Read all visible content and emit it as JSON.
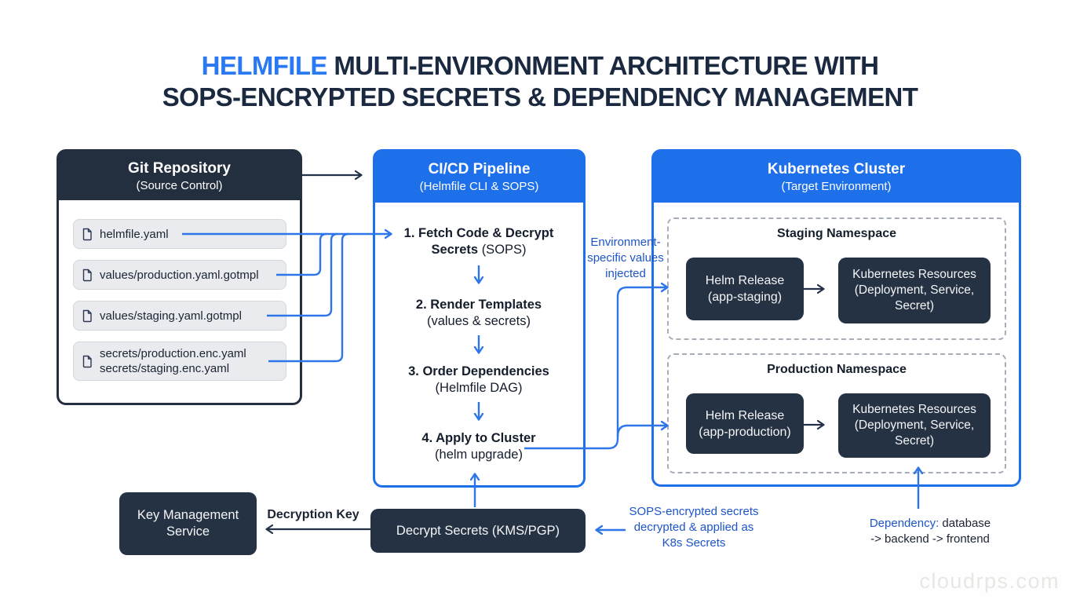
{
  "title": {
    "brand": "HELMFILE",
    "line1_rest": " MULTI-ENVIRONMENT ARCHITECTURE WITH",
    "line2": "SOPS-ENCRYPTED SECRETS & DEPENDENCY MANAGEMENT"
  },
  "git_repository": {
    "title": "Git Repository",
    "subtitle": "(Source Control)",
    "files": [
      {
        "name": "helmfile.yaml"
      },
      {
        "name": "values/production.yaml.gotmpl"
      },
      {
        "name": "values/staging.yaml.gotmpl"
      },
      {
        "name": "secrets/production.enc.yaml",
        "name2": "secrets/staging.enc.yaml"
      }
    ]
  },
  "pipeline": {
    "title": "CI/CD Pipeline",
    "subtitle": "(Helmfile CLI & SOPS)",
    "steps": [
      {
        "bold": "1. Fetch Code & Decrypt",
        "bold2": "Secrets",
        "note": "(SOPS)"
      },
      {
        "bold": "2. Render Templates",
        "note": "(values & secrets)"
      },
      {
        "bold": "3. Order Dependencies",
        "note": "(Helmfile DAG)"
      },
      {
        "bold": "4. Apply to Cluster",
        "note": "(helm upgrade)"
      }
    ]
  },
  "cluster": {
    "title": "Kubernetes Cluster",
    "subtitle": "(Target Environment)",
    "namespaces": [
      {
        "title": "Staging Namespace",
        "helm_release": {
          "name": "Helm Release",
          "detail": "(app-staging)"
        },
        "resources": {
          "name": "Kubernetes Resources",
          "detail": "(Deployment, Service, Secret)"
        }
      },
      {
        "title": "Production Namespace",
        "helm_release": {
          "name": "Helm Release",
          "detail": "(app-production)"
        },
        "resources": {
          "name": "Kubernetes Resources",
          "detail": "(Deployment, Service, Secret)"
        }
      }
    ]
  },
  "kms": {
    "label": "Key Management Service"
  },
  "decrypt": {
    "label": "Decrypt Secrets (KMS/PGP)"
  },
  "labels": {
    "decryption_key": "Decryption Key",
    "env_values": "Environment-specific values injected",
    "sops_secrets": "SOPS-encrypted secrets decrypted & applied as K8s Secrets",
    "dependency_label": "Dependency:",
    "dependency_rest": " database",
    "dependency_line2": "-> backend -> frontend"
  },
  "watermark": "cloudrps.com",
  "colors": {
    "accent_blue": "#1d6fea",
    "navy": "#232f3f",
    "wire_blue": "#2e76e8",
    "annotation_blue": "#1d55c8"
  }
}
